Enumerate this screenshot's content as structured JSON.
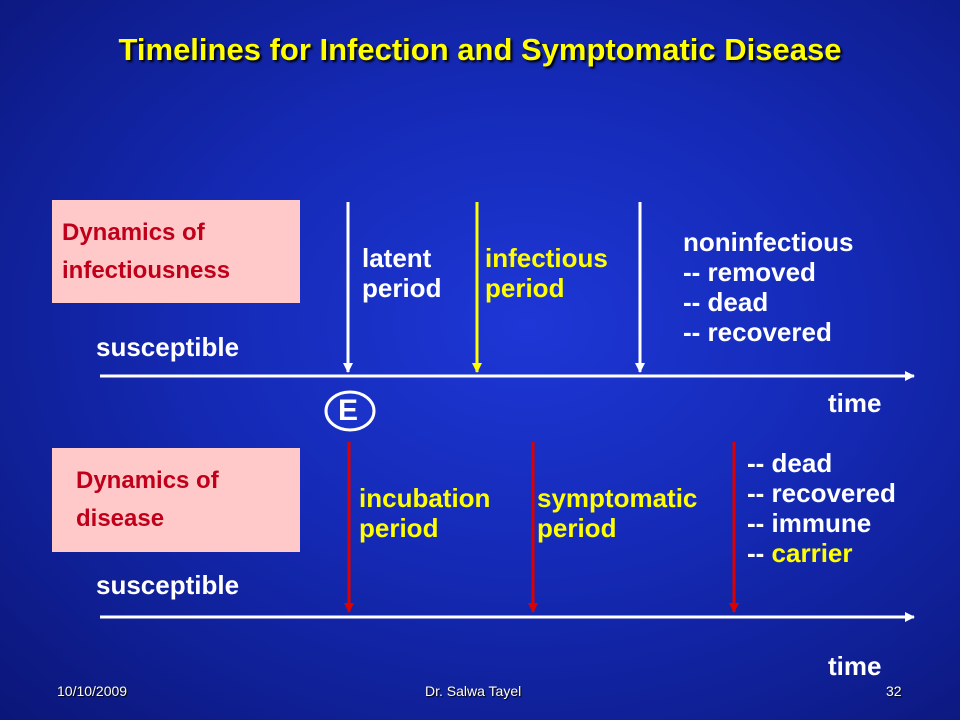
{
  "title": "Timelines for Infection and Symptomatic Disease",
  "infectiousness": {
    "box_label": [
      "Dynamics of",
      "infectiousness"
    ],
    "susceptible": "susceptible",
    "latent": [
      "latent",
      "period"
    ],
    "infectious": [
      "infectious",
      "period"
    ],
    "outcomes": [
      "noninfectious",
      "-- removed",
      "-- dead",
      "-- recovered"
    ],
    "time": "time"
  },
  "exposure_label": "E",
  "disease": {
    "box_label": [
      "Dynamics of",
      "disease"
    ],
    "susceptible": "susceptible",
    "incubation": [
      "incubation",
      "period"
    ],
    "symptomatic": [
      "symptomatic",
      "period"
    ],
    "outcomes": [
      "-- dead",
      "-- recovered",
      "-- immune"
    ],
    "carrier_prefix": "-- ",
    "carrier_word": "carrier",
    "time": "time"
  },
  "footer": {
    "date": "10/10/2009",
    "author": "Dr. Salwa Tayel",
    "page": "32"
  },
  "colors": {
    "title": "#ffff00",
    "box_bg": "#ffc9c9",
    "box_text": "#c0001a",
    "yellow_arrow": "#ffff00",
    "red_arrow": "#dd0000"
  }
}
